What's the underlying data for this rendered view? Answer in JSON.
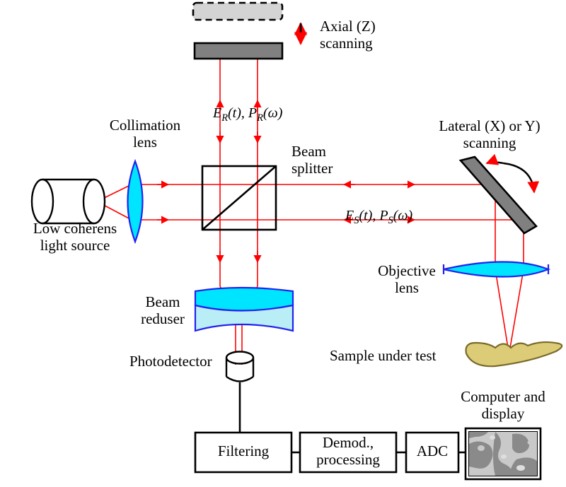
{
  "figure": {
    "title": "Optical coherence tomography (OCT) system schematic",
    "background_color": "#ffffff"
  },
  "colors": {
    "beam": "#ff0000",
    "lens_fill": "#00e5ff",
    "lens_fill_pale": "#b9eef7",
    "lens_stroke": "#2222ee",
    "mirror_fill": "#808080",
    "mirror_ghost_fill": "#d4d4d4",
    "sample_fill": "#ddcc77",
    "sample_stroke": "#7a6a2a",
    "outline": "#000000",
    "display_light": "#c9c9c9",
    "display_dark": "#8a8a8a"
  },
  "labels": {
    "axial_scanning": "Axial (Z)\nscanning",
    "collimation_lens": "Collimation\nlens",
    "light_source": "Low coherens\nlight source",
    "beam_splitter": "Beam\nsplitter",
    "lateral_scanning": "Lateral (X) or Y)\nscanning",
    "objective_lens": "Objective\nlens",
    "sample": "Sample under test",
    "beam_reducer": "Beam\nreduser",
    "photodetector": "Photodetector",
    "computer_display": "Computer and\ndisplay"
  },
  "beam_annotations": {
    "reference_arm": {
      "field": "E",
      "field_sub": "R",
      "field_arg": "(t)",
      "power": "P",
      "power_sub": "R",
      "power_arg": "(ω)",
      "full": "ER(t), PR(ω)"
    },
    "sample_arm": {
      "field": "E",
      "field_sub": "S",
      "field_arg": "(t)",
      "power": "P",
      "power_sub": "S",
      "power_arg": "(ω)",
      "full": "ES(t), PS(ω)"
    }
  },
  "signal_chain": {
    "boxes": [
      {
        "id": "filtering",
        "label": "Filtering"
      },
      {
        "id": "demod",
        "label": "Demod.,\nprocessing"
      },
      {
        "id": "adc",
        "label": "ADC"
      }
    ]
  },
  "icons": {
    "axial_arrow": "double-headed-vertical-arrow-icon",
    "lateral_arrow": "curved-double-headed-arrow-icon",
    "beam_arrow": "beam-direction-arrowhead-icon"
  }
}
